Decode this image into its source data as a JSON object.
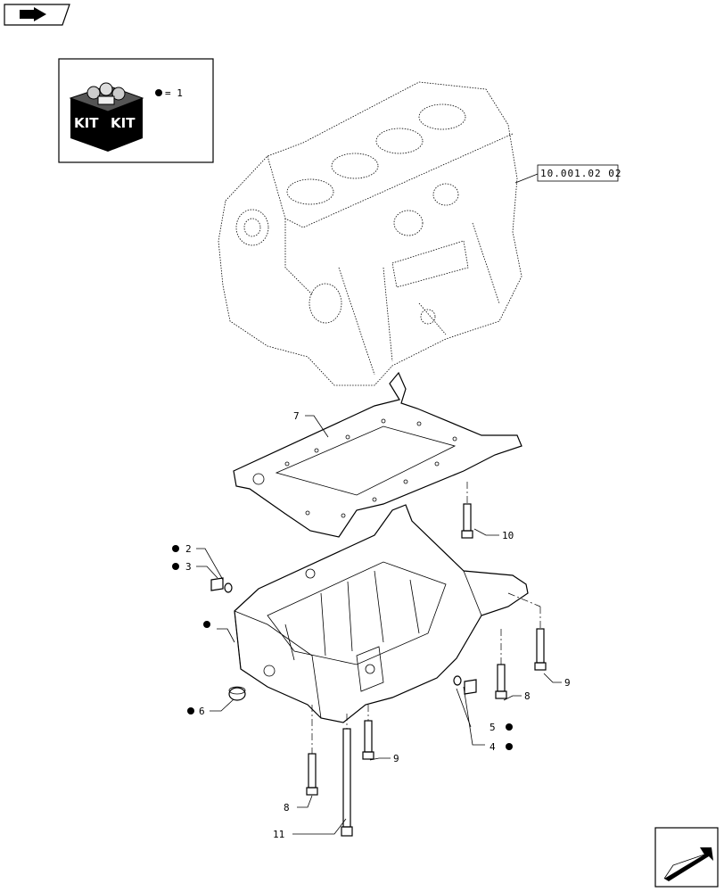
{
  "kit_legend": {
    "kit_word": "KIT",
    "equals_text": "= 1"
  },
  "reference_box": "10.001.02 02",
  "callouts": [
    {
      "id": "c7",
      "text": "7"
    },
    {
      "id": "c10",
      "text": "10"
    },
    {
      "id": "c2",
      "text": "2"
    },
    {
      "id": "c3",
      "text": "3"
    },
    {
      "id": "c6",
      "text": "6"
    },
    {
      "id": "c5",
      "text": "5"
    },
    {
      "id": "c4",
      "text": "4"
    },
    {
      "id": "c8r",
      "text": "8"
    },
    {
      "id": "c9r",
      "text": "9"
    },
    {
      "id": "c9m",
      "text": "9"
    },
    {
      "id": "c8l",
      "text": "8"
    },
    {
      "id": "c11",
      "text": "11"
    }
  ]
}
